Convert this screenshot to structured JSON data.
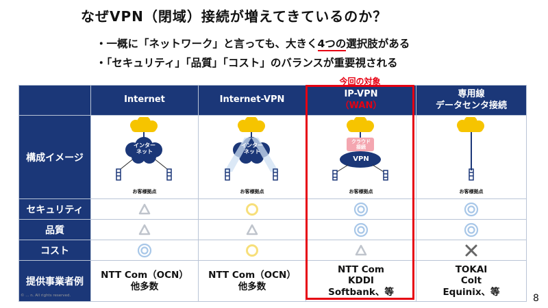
{
  "slide": {
    "title": "なぜVPN（閉域）接続が増えてきているのか？",
    "bullets": [
      {
        "before": "・一概に「ネットワーク」と言っても、大きく",
        "highlight": "4つの",
        "after": "選択肢がある"
      },
      {
        "before": "・「セキュリティ」「品質」「コスト」のバランスが重要視される",
        "highlight": "",
        "after": ""
      }
    ],
    "target_label": "今回の対象",
    "footer": "© ... n. All rights reserved.",
    "page_number": "8"
  },
  "table": {
    "columns": [
      {
        "line1": "Internet",
        "line2": ""
      },
      {
        "line1": "Internet-VPN",
        "line2": ""
      },
      {
        "line1": "IP-VPN",
        "line2": "（WAN）"
      },
      {
        "line1": "専用線",
        "line2": "データセンタ接続"
      }
    ],
    "row_labels": {
      "image": "構成イメージ",
      "security": "セキュリティ",
      "quality": "品質",
      "cost": "コスト",
      "providers": "提供事業者例"
    },
    "diagram_labels": {
      "internet_cloud": [
        "インター",
        "ネット"
      ],
      "clouds_connect": [
        "クラウド",
        "接続"
      ],
      "vpn": "VPN",
      "customer_site": "お客様拠点"
    },
    "symbols": {
      "security": [
        "triangle",
        "circle",
        "double-circle",
        "double-circle"
      ],
      "quality": [
        "triangle",
        "triangle",
        "double-circle",
        "double-circle"
      ],
      "cost": [
        "double-circle",
        "circle",
        "triangle",
        "cross"
      ]
    },
    "providers": [
      {
        "lines": [
          "NTT Com（OCN）",
          "他多数"
        ]
      },
      {
        "lines": [
          "NTT Com（OCN）",
          "他多数"
        ]
      },
      {
        "lines": [
          "NTT Com",
          "KDDI",
          "Softbank、等"
        ]
      },
      {
        "lines": [
          "TOKAI",
          "Colt",
          "Equinix、等"
        ]
      }
    ]
  },
  "colors": {
    "header_bg": "#1b3778",
    "accent_red": "#e60012",
    "cloud_yellow": "#f6c400",
    "triangle_gray": "#bfc4cc",
    "circle_yellow": "#f7df7a",
    "double_circle_blue": "#a8c7e8",
    "cross_gray": "#666666"
  }
}
